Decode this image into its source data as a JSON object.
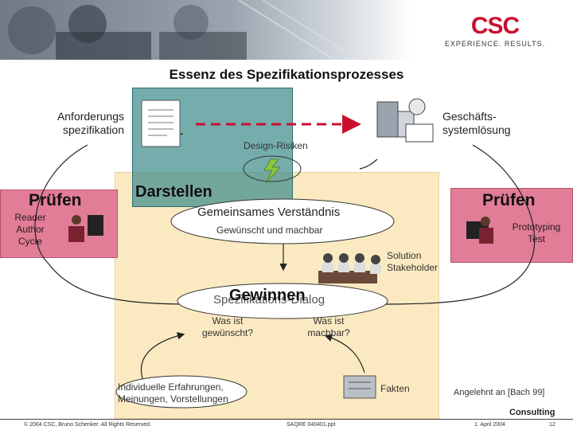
{
  "header": {
    "logo_text": "CSC",
    "logo_tagline": "EXPERIENCE. RESULTS.",
    "title": "Essenz des Spezifikationsprozesses"
  },
  "nodes": {
    "anforderung": {
      "line1": "Anforderungs",
      "line2": "spezifikation"
    },
    "geschaeft": {
      "line1": "Geschäfts-",
      "line2": "systemlösung"
    },
    "design_risiken": "Design-Risiken",
    "darstellen": "Darstellen",
    "pruefen_left": "Prüfen",
    "reader_cycle": {
      "line1": "Reader",
      "line2": "Author",
      "line3": "Cycle"
    },
    "pruefen_right": "Prüfen",
    "prototyping": {
      "line1": "Prototyping",
      "line2": "Test"
    },
    "gemeinsames": "Gemeinsames Verständnis",
    "gewuenscht_machbar": "Gewünscht und machbar",
    "solution_stakeholder": {
      "line1": "Solution",
      "line2": "Stakeholder"
    },
    "spezifikations_dialog": "Spezifikations-Dialog",
    "gewinnen": "Gewinnen",
    "was_gewuenscht": {
      "line1": "Was ist",
      "line2": "gewünscht?"
    },
    "was_machbar": {
      "line1": "Was ist",
      "line2": "machbar?"
    },
    "individuelle": {
      "line1": "Individuelle Erfahrungen,",
      "line2": "Meinungen, Vorstellungen"
    },
    "fakten": "Fakten",
    "angelehnt": "Angelehnt an [Bach 99]"
  },
  "footer": {
    "consulting": "Consulting",
    "copyright": "© 2004 CSC, Bruno Schenker. All Rights Reserved.",
    "file": "SAQRE 040401.ppt",
    "date": "1. April 2004",
    "page": "12"
  },
  "colors": {
    "brand": "#c8102e",
    "teal": "#408e8e",
    "pink": "#e27d97",
    "yellow": "#fbe7b7",
    "arrow": "#c8102e"
  },
  "icons": [
    "document-icon",
    "server-icon",
    "lightning-icon",
    "meeting-icon",
    "reader-icon",
    "computer-user-icon",
    "facts-icon"
  ]
}
